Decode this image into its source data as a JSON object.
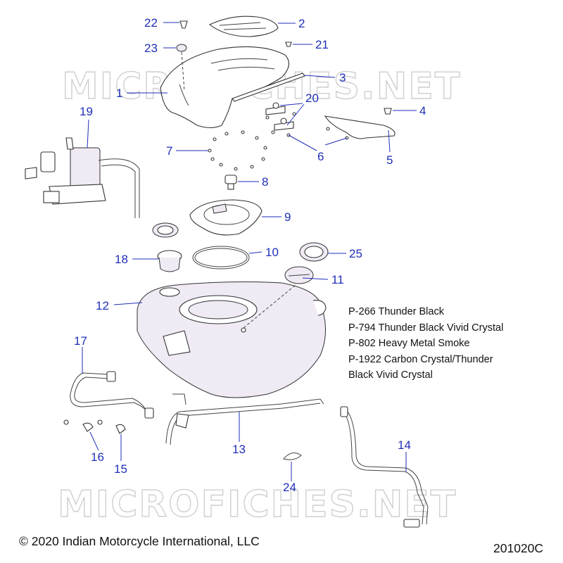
{
  "watermark": "MICROFICHES.NET",
  "callouts": [
    {
      "id": "22"
    },
    {
      "id": "23"
    },
    {
      "id": "2"
    },
    {
      "id": "21"
    },
    {
      "id": "1"
    },
    {
      "id": "3"
    },
    {
      "id": "20"
    },
    {
      "id": "4"
    },
    {
      "id": "19"
    },
    {
      "id": "7"
    },
    {
      "id": "6"
    },
    {
      "id": "5"
    },
    {
      "id": "8"
    },
    {
      "id": "9"
    },
    {
      "id": "18"
    },
    {
      "id": "10"
    },
    {
      "id": "25"
    },
    {
      "id": "11"
    },
    {
      "id": "12"
    },
    {
      "id": "17"
    },
    {
      "id": "16"
    },
    {
      "id": "15"
    },
    {
      "id": "13"
    },
    {
      "id": "14"
    },
    {
      "id": "24"
    }
  ],
  "legend": [
    "P-266 Thunder Black",
    "P-794 Thunder Black Vivid Crystal",
    "P-802 Heavy Metal Smoke",
    "P-1922 Carbon Crystal/Thunder",
    "Black Vivid Crystal"
  ],
  "copyright": "© 2020 Indian Motorcycle International, LLC",
  "diagram_id": "201020C",
  "colors": {
    "callout": "#1f2fb8",
    "watermark": "#cfcfcf",
    "line": "#333333"
  }
}
